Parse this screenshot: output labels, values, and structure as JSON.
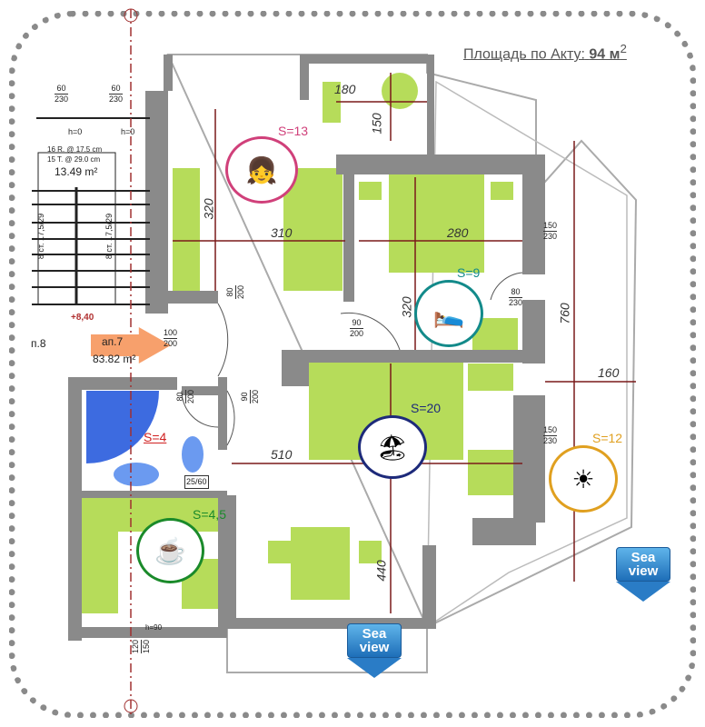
{
  "title": {
    "label": "Площадь по Акту:",
    "value": "94 м",
    "sup": "2"
  },
  "stairs": {
    "line1": "16 R. @ 17.5 cm",
    "line2": "15 T. @ 29.0 cm",
    "area": "13.49 m²",
    "flight_a": "8 ст. 17,5/29",
    "flight_b": "8 ст. 17,5/29",
    "h1": "h=0",
    "h2": "h=0",
    "w1_top": "60",
    "w1_bot": "230",
    "w2_top": "60",
    "w2_bot": "230"
  },
  "level": "+8,40",
  "unit_left": "п.8",
  "apartment": {
    "label": "ап.7",
    "area": "83.82 m²",
    "door_top": "100",
    "door_bot": "200"
  },
  "rooms": [
    {
      "id": "bedroom-1",
      "label": "S=13",
      "color": "#d0407a",
      "icon": "girl-reading-icon"
    },
    {
      "id": "bedroom-2",
      "label": "S=9",
      "color": "#138a8a",
      "icon": "sleeping-person-icon"
    },
    {
      "id": "living",
      "label": "S=20",
      "color": "#1d2a7a",
      "icon": "hammock-icon"
    },
    {
      "id": "bathroom",
      "label": "S=4",
      "color": "#d02020",
      "icon": "bath-icon"
    },
    {
      "id": "kitchen",
      "label": "S=4,5",
      "color": "#1a8a2a",
      "icon": "mug-icon"
    },
    {
      "id": "balcony",
      "label": "S=12",
      "color": "#e0a020",
      "icon": "sun-icon"
    }
  ],
  "dimensions": {
    "d180": "180",
    "d150": "150",
    "d320a": "320",
    "d310": "310",
    "d280": "280",
    "d320b": "320",
    "d760": "760",
    "d160": "160",
    "d510": "510",
    "d440": "440"
  },
  "doors": [
    {
      "top": "80",
      "bot": "200"
    },
    {
      "top": "90",
      "bot": "200"
    },
    {
      "top": "80",
      "bot": "230"
    },
    {
      "top": "150",
      "bot": "230"
    },
    {
      "top": "150",
      "bot": "230"
    },
    {
      "top": "80",
      "bot": "200"
    },
    {
      "top": "90",
      "bot": "200"
    },
    {
      "top": "25",
      "bot": "60"
    }
  ],
  "kitchen_window": {
    "h": "h=90",
    "top": "120",
    "bot": "150"
  },
  "sea_view": {
    "line1": "Sea",
    "line2": "view"
  }
}
